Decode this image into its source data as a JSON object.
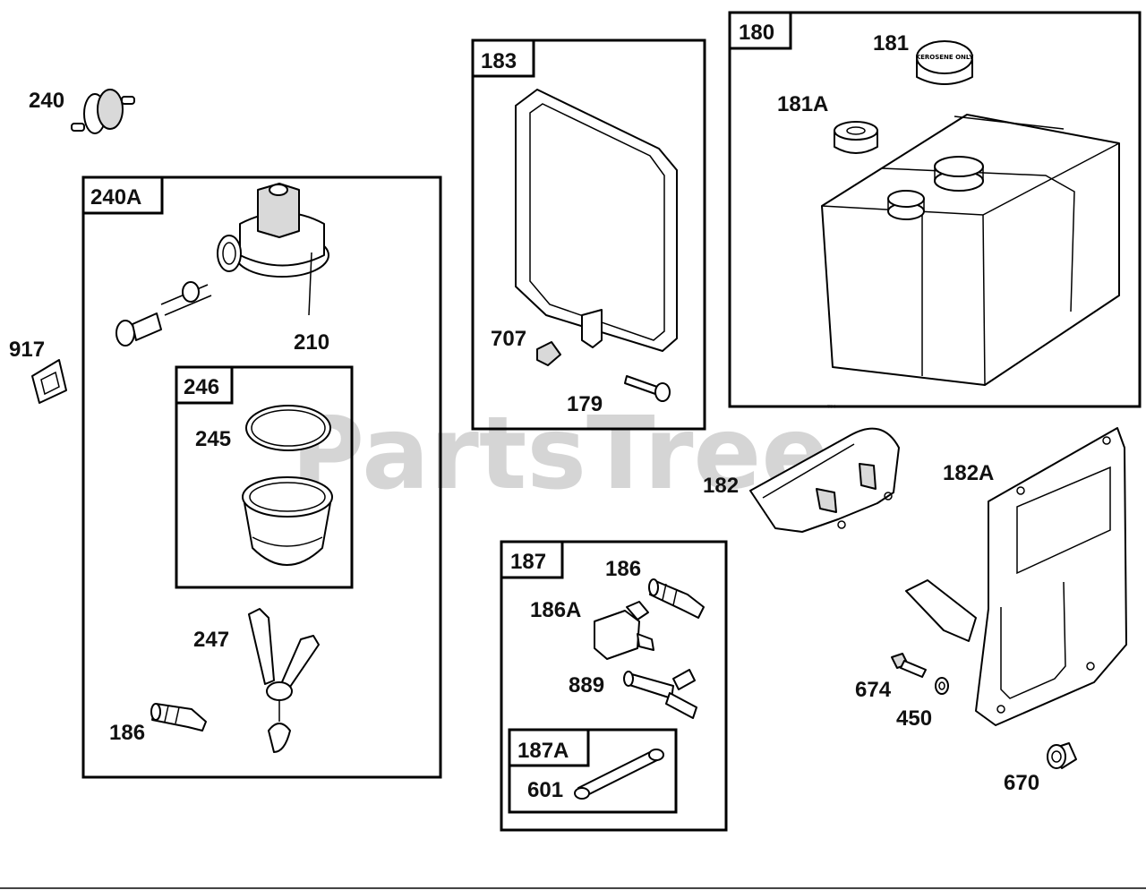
{
  "watermark": {
    "text": "PartsTree",
    "trademark": "™"
  },
  "groups": {
    "g240A": "240A",
    "g246": "246",
    "g183": "183",
    "g180": "180",
    "g187": "187",
    "g187A": "187A"
  },
  "parts": {
    "p240": "240",
    "p917": "917",
    "p210": "210",
    "p245": "245",
    "p247": "247",
    "p186_left": "186",
    "p707": "707",
    "p179": "179",
    "p181": "181",
    "p181A": "181A",
    "p182": "182",
    "p182A": "182A",
    "p186_right": "186",
    "p186A": "186A",
    "p889": "889",
    "p601": "601",
    "p674": "674",
    "p450": "450",
    "p670": "670"
  },
  "cap_text": "KEROSENE ONLY"
}
